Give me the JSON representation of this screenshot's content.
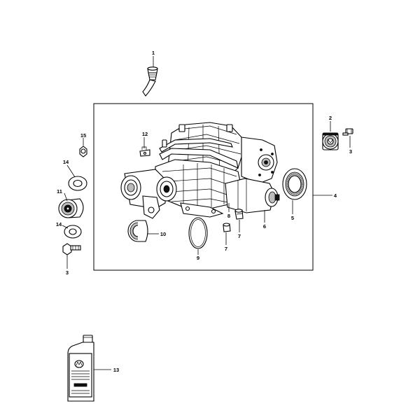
{
  "callouts": {
    "c1": "1",
    "c2": "2",
    "c3a": "3",
    "c3b": "3",
    "c4": "4",
    "c5": "5",
    "c6": "6",
    "c7a": "7",
    "c7b": "7",
    "c8": "8",
    "c9": "9",
    "c10": "10",
    "c11": "11",
    "c12": "12",
    "c13": "13",
    "c14a": "14",
    "c14b": "14",
    "c15": "15"
  }
}
